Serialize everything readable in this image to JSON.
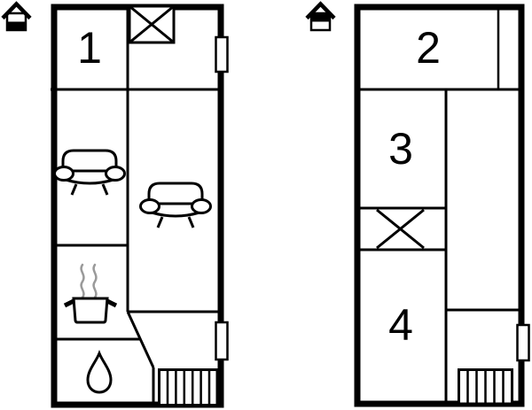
{
  "colors": {
    "wall": "#000000",
    "background": "#ffffff",
    "water_drop": "#b2eeec",
    "steam": "#9a9a9a",
    "door": "#ffffff"
  },
  "plans": [
    {
      "position": "left",
      "floor_icon": "house-lower-level-filled-icon",
      "rooms": [
        {
          "label": "1"
        }
      ],
      "icons": [
        "x-window-icon",
        "sofa-icon",
        "sofa-icon",
        "cooking-pot-icon",
        "steam-icon",
        "water-drop-icon",
        "stairs-icon",
        "door-marker",
        "door-marker"
      ]
    },
    {
      "position": "right",
      "floor_icon": "house-upper-level-filled-icon",
      "rooms": [
        {
          "label": "2"
        },
        {
          "label": "3"
        },
        {
          "label": "4"
        }
      ],
      "icons": [
        "x-window-icon",
        "stairs-icon",
        "door-marker"
      ]
    }
  ]
}
